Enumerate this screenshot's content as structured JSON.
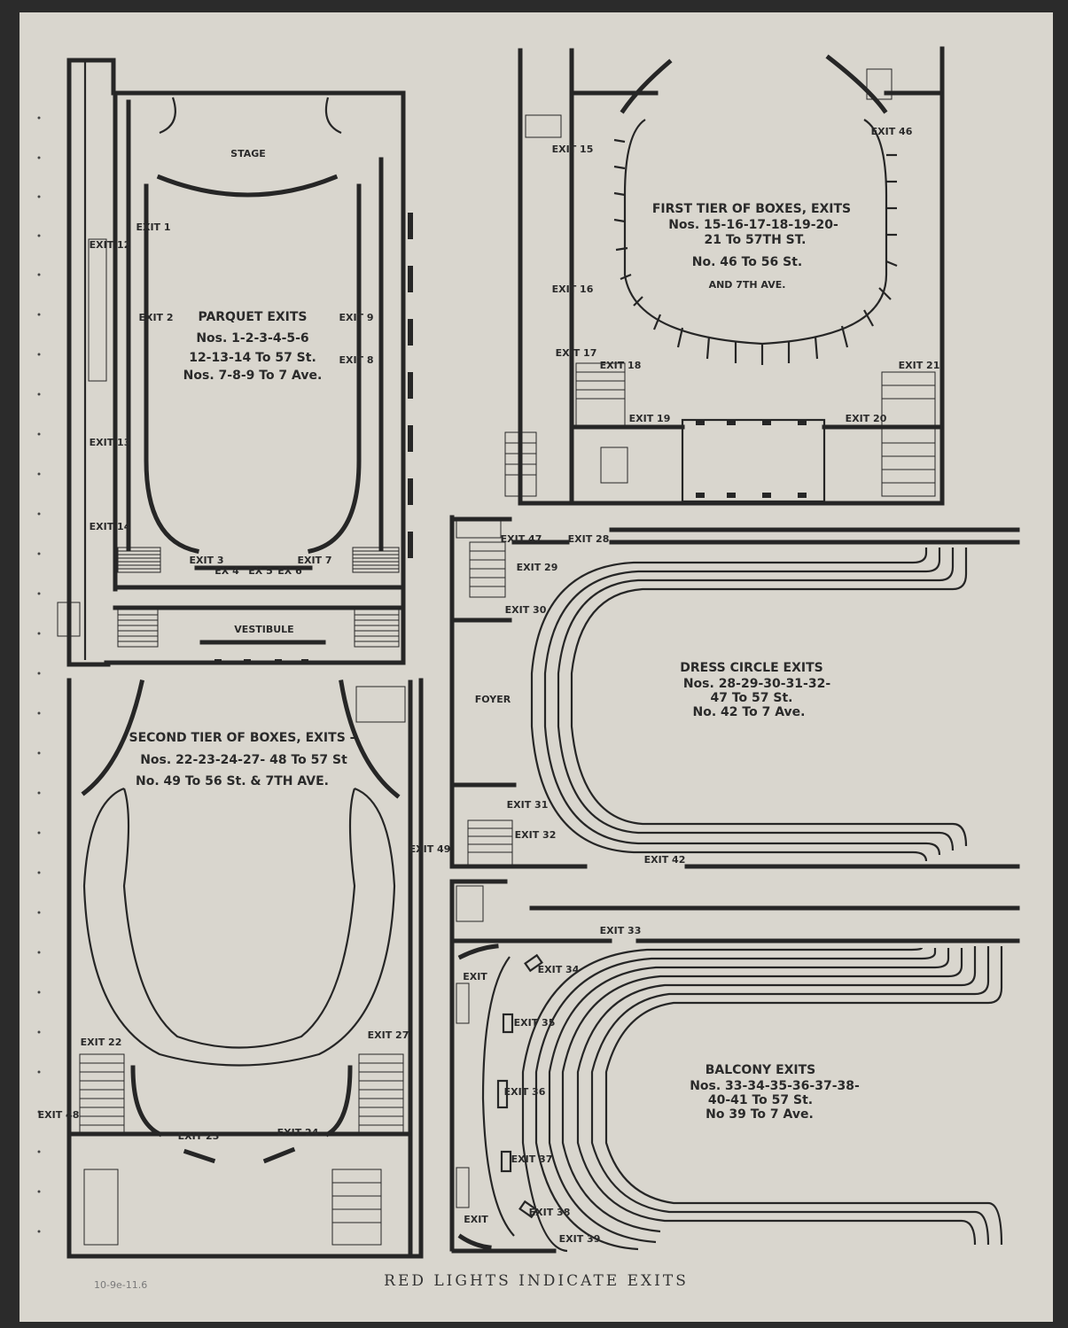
{
  "caption": "RED LIGHTS INDICATE EXITS",
  "catalog_note": "10-9e-11.6",
  "parquet": {
    "stage": "STAGE",
    "vestibule": "VESTIBULE",
    "title": "PARQUET EXITS",
    "line1": "Nos. 1-2-3-4-5-6",
    "line2": "12-13-14 To 57 St.",
    "line3": "Nos. 7-8-9 To 7 Ave.",
    "exits": [
      "EXIT 1",
      "EXIT 2",
      "EXIT 3",
      "EX 4",
      "EX 5",
      "EX 6",
      "EXIT 7",
      "EXIT 8",
      "EXIT 9",
      "EXIT 12",
      "EXIT 13",
      "EXIT 14"
    ]
  },
  "first_tier": {
    "title": "FIRST TIER OF BOXES, EXITS",
    "line1": "Nos. 15-16-17-18-19-20-",
    "line2": "21 To 57TH ST.",
    "line3": "No. 46 To 56 St.",
    "line4": "AND 7TH AVE.",
    "exits": [
      "EXIT 15",
      "EXIT 16",
      "EXIT 17",
      "EXIT 18",
      "EXIT 19",
      "EXIT 20",
      "EXIT 21",
      "EXIT 46"
    ]
  },
  "second_tier": {
    "title": "SECOND TIER OF BOXES, EXITS -",
    "line1": "Nos. 22-23-24-27- 48 To 57 St",
    "line2": "No. 49 To 56 St. & 7TH AVE.",
    "exits": [
      "EXIT 22",
      "EXIT 23",
      "EXIT 24",
      "EXIT 27",
      "EXIT 48",
      "EXIT 49"
    ]
  },
  "dress_circle": {
    "foyer": "FOYER",
    "title": "DRESS CIRCLE EXITS",
    "line1": "Nos. 28-29-30-31-32-",
    "line2": "47 To 57 St.",
    "line3": "No. 42 To 7 Ave.",
    "exits": [
      "EXIT 47",
      "EXIT 28",
      "EXIT 29",
      "EXIT 30",
      "EXIT 31",
      "EXIT 32",
      "EXIT 42"
    ]
  },
  "balcony": {
    "title": "BALCONY EXITS",
    "line1": "Nos. 33-34-35-36-37-38-",
    "line2": "40-41 To 57 St.",
    "line3": "No 39 To 7 Ave.",
    "exits": [
      "EXIT",
      "EXIT 33",
      "EXIT 34",
      "EXIT 35",
      "EXIT 36",
      "EXIT 37",
      "EXIT 38",
      "EXIT 39",
      "EXIT"
    ]
  }
}
